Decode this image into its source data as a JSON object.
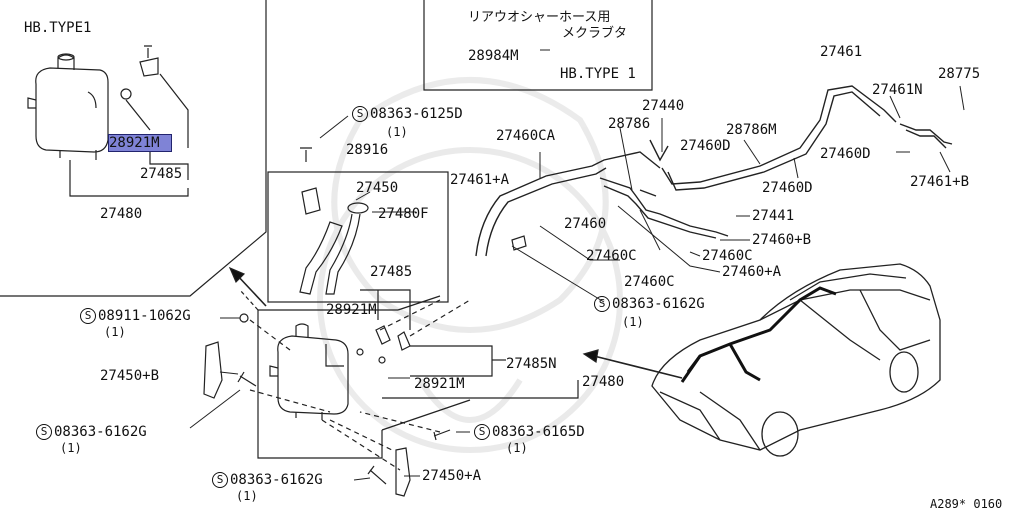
{
  "diagram": {
    "inset_title": "HB.TYPE1",
    "note_box": {
      "line1": "リアウオシャーホース用",
      "line2": "メクラブタ",
      "part": "28984M",
      "type": "HB.TYPE 1"
    },
    "bolt_symbol": "S",
    "parts": {
      "p28921M_hl": "28921M",
      "p27485_inset": "27485",
      "p27480_inset": "27480",
      "p08363_6125D": "08363-6125D",
      "q1_a": "(1)",
      "p28916": "28916",
      "p27450": "27450",
      "p27480F": "27480F",
      "p27485": "27485",
      "p28921M_a": "28921M",
      "p27485N": "27485N",
      "p28921M_b": "28921M",
      "p27480": "27480",
      "p08911_1062G": "08911-1062G",
      "q1_b": "(1)",
      "p27450B": "27450+B",
      "p08363_6162G_a": "08363-6162G",
      "q1_c": "(1)",
      "p08363_6165D": "08363-6165D",
      "q1_d": "(1)",
      "p08363_6162G_b": "08363-6162G",
      "q1_e": "(1)",
      "p27450A": "27450+A",
      "p08363_6162G_c": "08363-6162G",
      "q1_f": "(1)",
      "p27461A": "27461+A",
      "p27460CA": "27460CA",
      "p28786": "28786",
      "p27440": "27440",
      "p27460D_a": "27460D",
      "p28786M": "28786M",
      "p27461": "27461",
      "p27461N": "27461N",
      "p28775": "28775",
      "p27460D_b": "27460D",
      "p27460D_c": "27460D",
      "p27461B": "27461+B",
      "p27460": "27460",
      "p27441": "27441",
      "p27460B": "27460+B",
      "p27460C_a": "27460C",
      "p27460C_b": "27460C",
      "p27460C_c": "27460C",
      "p27460A": "27460+A"
    },
    "footer_code": "A289* 0160"
  }
}
